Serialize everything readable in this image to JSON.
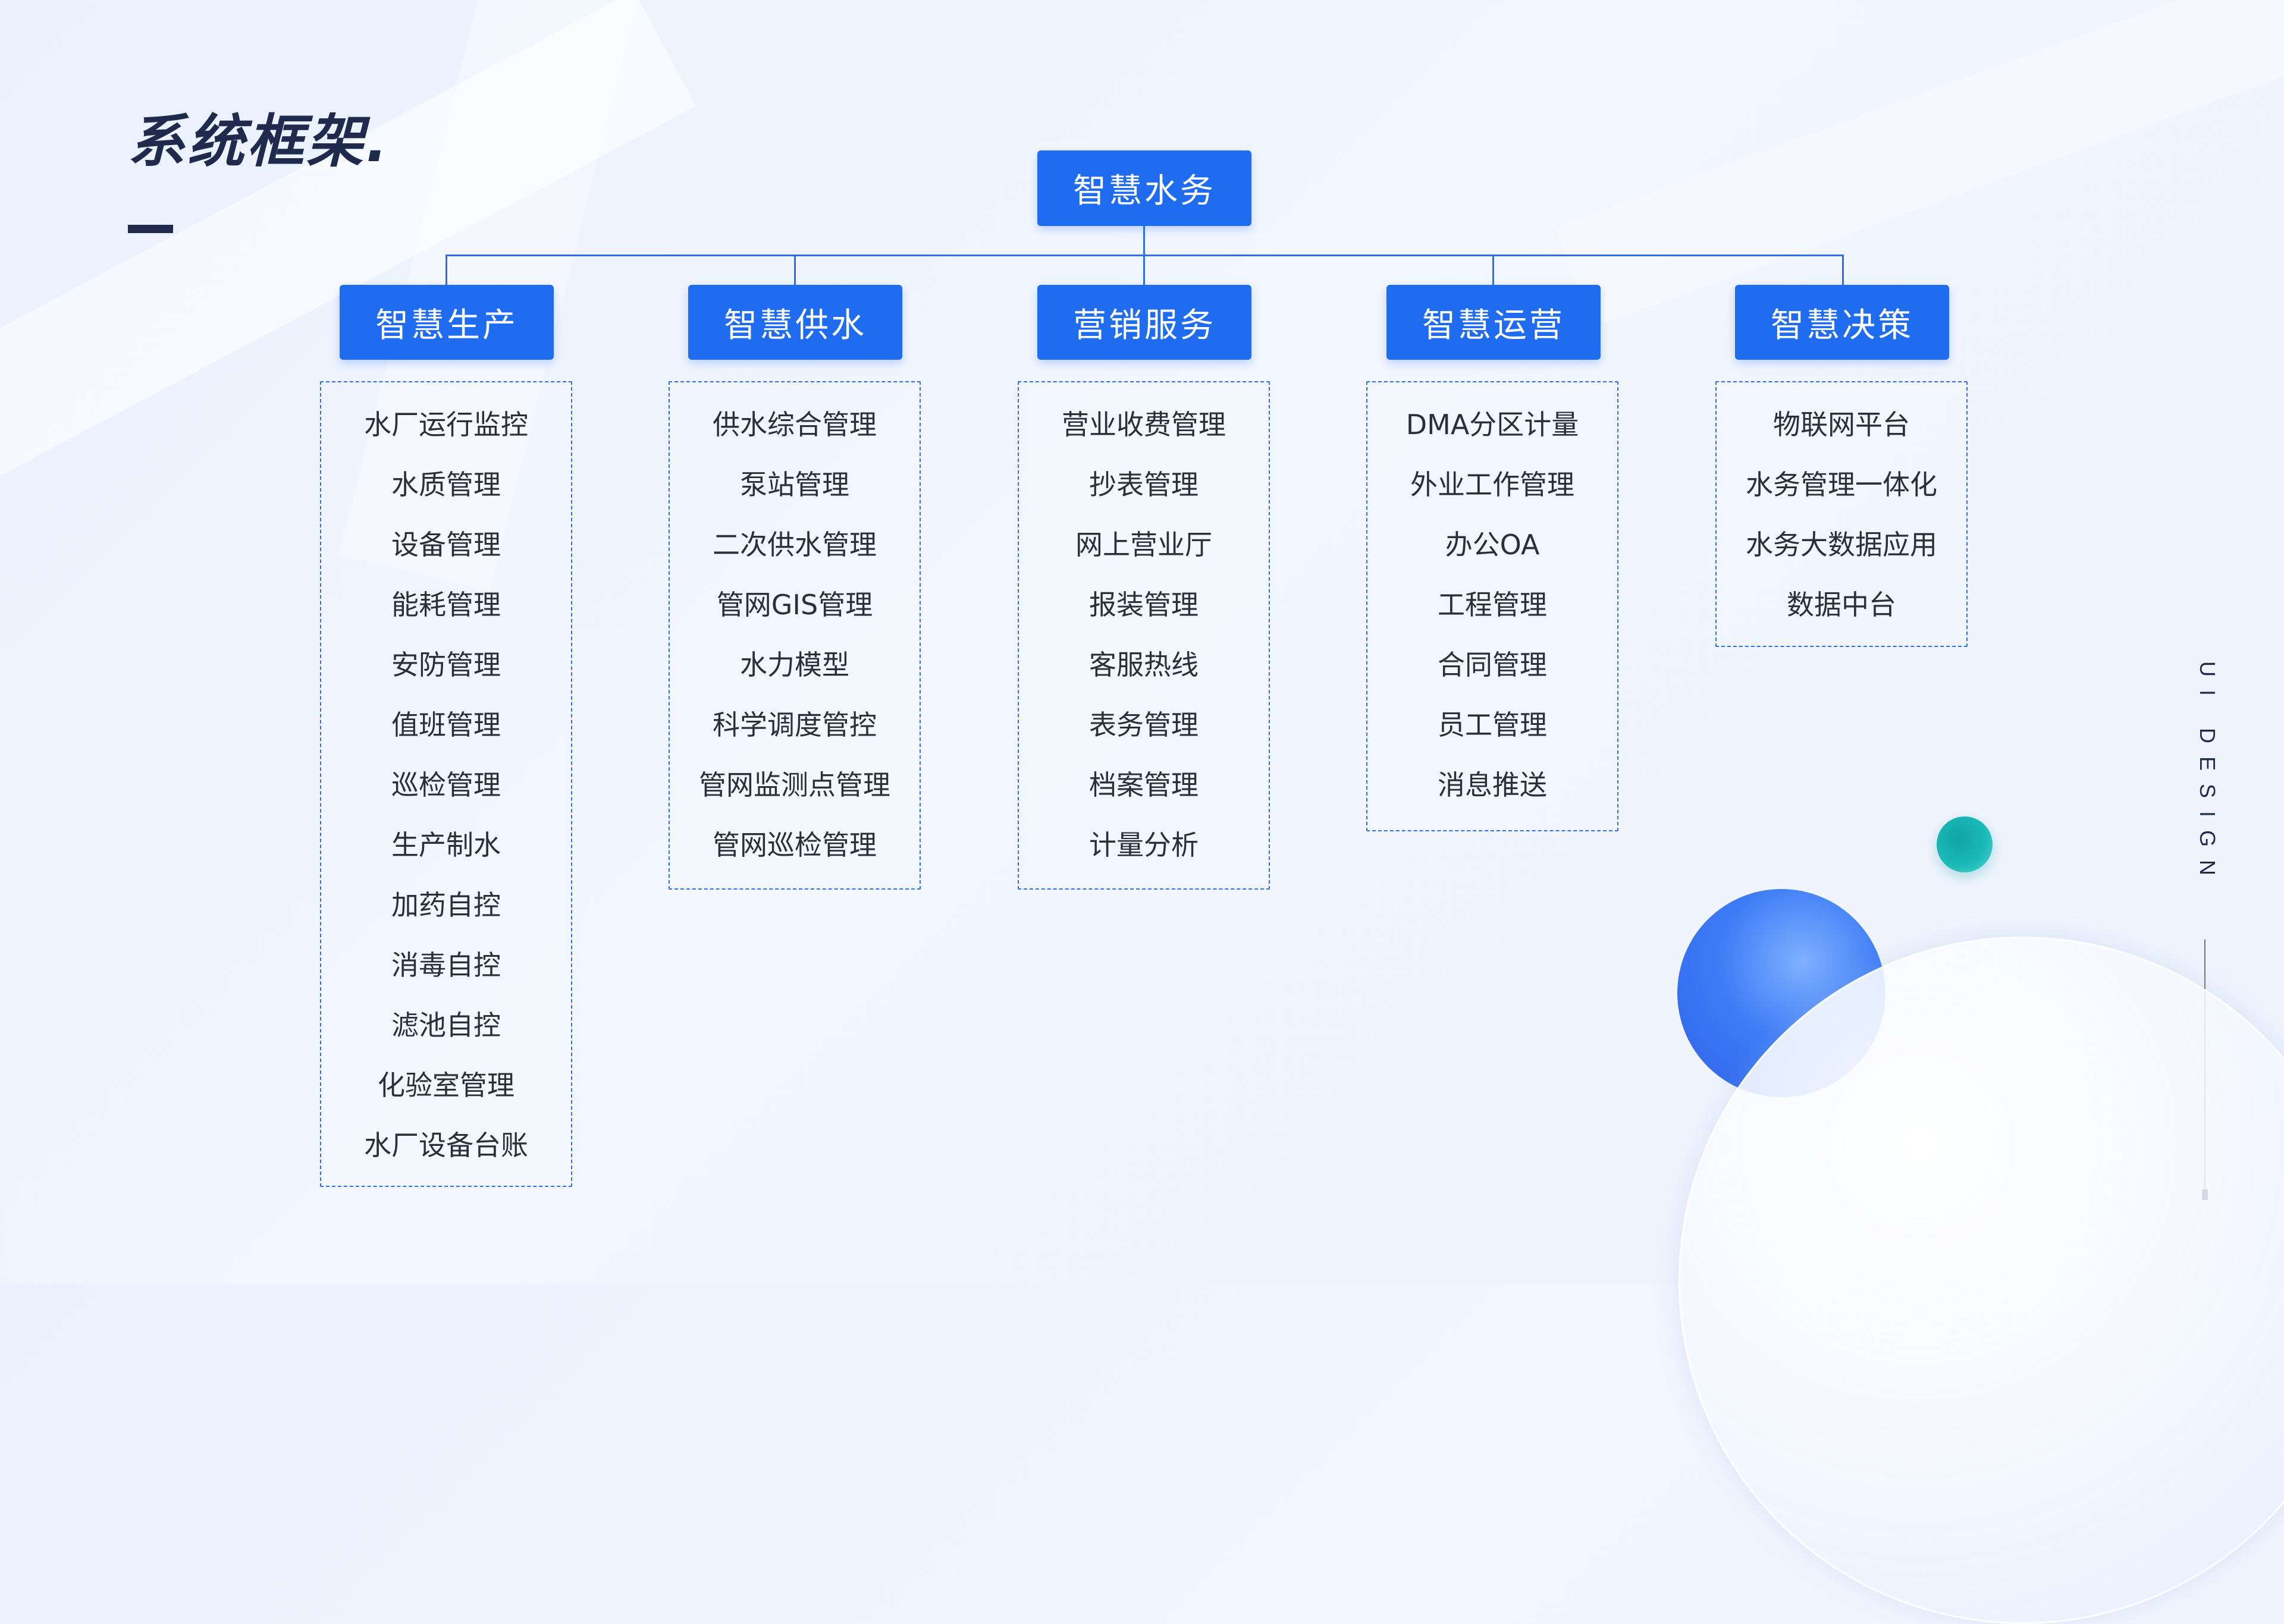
{
  "title": "系统框架.",
  "root": "智慧水务",
  "side_text": "UI DESIGN",
  "colors": {
    "primary": "#1f6cf0",
    "title": "#1f2a4d",
    "accent_teal": "#19b9b7"
  },
  "columns": [
    {
      "label": "智慧生产",
      "items": [
        "水厂运行监控",
        "水质管理",
        "设备管理",
        "能耗管理",
        "安防管理",
        "值班管理",
        "巡检管理",
        "生产制水",
        "加药自控",
        "消毒自控",
        "滤池自控",
        "化验室管理",
        "水厂设备台账"
      ]
    },
    {
      "label": "智慧供水",
      "items": [
        "供水综合管理",
        "泵站管理",
        "二次供水管理",
        "管网GIS管理",
        "水力模型",
        "科学调度管控",
        "管网监测点管理",
        "管网巡检管理"
      ]
    },
    {
      "label": "营销服务",
      "items": [
        "营业收费管理",
        "抄表管理",
        "网上营业厅",
        "报装管理",
        "客服热线",
        "表务管理",
        "档案管理",
        "计量分析"
      ]
    },
    {
      "label": "智慧运营",
      "items": [
        "DMA分区计量",
        "外业工作管理",
        "办公OA",
        "工程管理",
        "合同管理",
        "员工管理",
        "消息推送"
      ]
    },
    {
      "label": "智慧决策",
      "items": [
        "物联网平台",
        "水务管理一体化",
        "水务大数据应用",
        "数据中台"
      ]
    }
  ]
}
